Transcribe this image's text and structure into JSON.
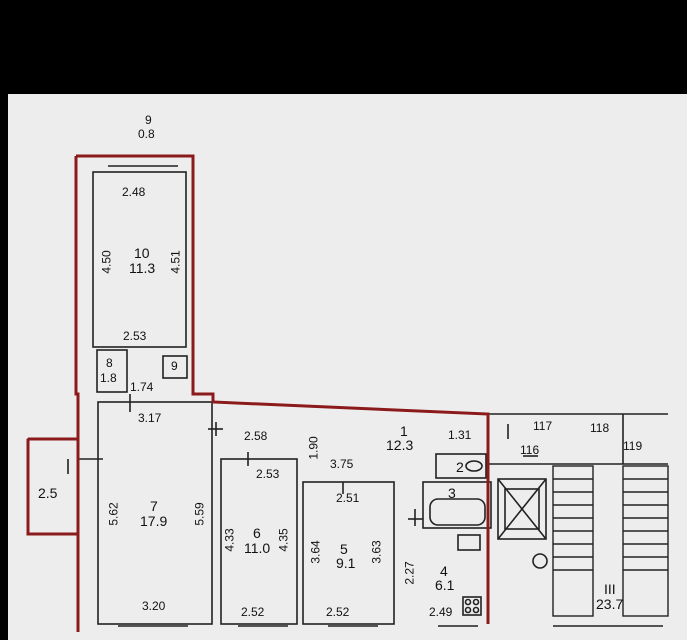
{
  "rooms": {
    "r9": {
      "num": "9",
      "area": "0.8"
    },
    "r10": {
      "num": "10",
      "area": "11.3"
    },
    "r8": {
      "num": "8",
      "area": "1.8"
    },
    "r9b": {
      "num": "9"
    },
    "r7": {
      "num": "7",
      "area": "17.9"
    },
    "r1": {
      "num": "1",
      "area": "12.3"
    },
    "r6": {
      "num": "6",
      "area": "11.0"
    },
    "r5": {
      "num": "5",
      "area": "9.1"
    },
    "r4": {
      "num": "4",
      "area": "6.1"
    },
    "r2": {
      "num": "2"
    },
    "r3": {
      "num": "3"
    },
    "rIII": {
      "num": "III",
      "area": "23.7"
    },
    "r116": {
      "num": "116"
    },
    "r117": {
      "num": "117"
    },
    "r118": {
      "num": "118"
    },
    "r119": {
      "num": "119"
    }
  },
  "dims": {
    "d248": "2.48",
    "d450": "4.50",
    "d451": "4.51",
    "d253": "2.53",
    "d174": "1.74",
    "d317": "3.17",
    "d258": "2.58",
    "d190": "1.90",
    "d131": "1.31",
    "d253b": "2.53",
    "d375": "3.75",
    "d251": "2.51",
    "d562": "5.62",
    "d559": "5.59",
    "d433": "4.33",
    "d435": "4.35",
    "d364": "3.64",
    "d363": "3.63",
    "d227": "2.27",
    "d320": "3.20",
    "d252a": "2.52",
    "d252b": "2.52",
    "d249": "2.49",
    "balcony": "2.5"
  },
  "colors": {
    "wall": "#8b1a1a",
    "line": "#222222",
    "paper": "#ededed"
  }
}
